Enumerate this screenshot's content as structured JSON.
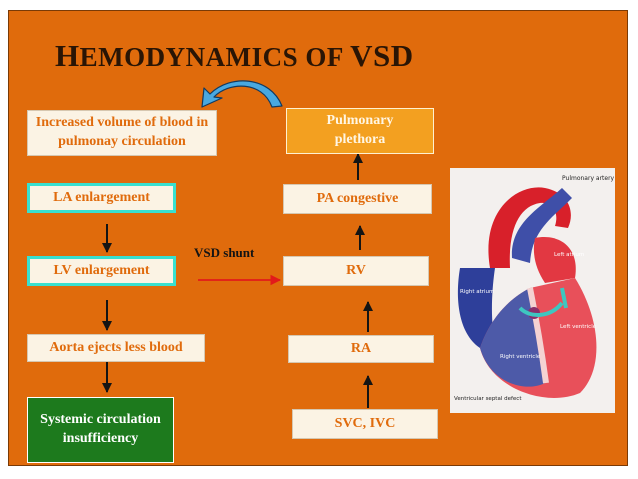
{
  "title": {
    "first_letter": "H",
    "rest": "EMODYNAMICS OF",
    "suffix": "VSD"
  },
  "left_chain": [
    "Increased volume of blood in pulmonay circulation",
    "LA enlargement",
    "LV enlargement",
    "Aorta ejects less blood",
    "Systemic circulation insufficiency"
  ],
  "right_chain": [
    "Pulmonary plethora",
    "PA congestive",
    "RV",
    "RA",
    "SVC, IVC"
  ],
  "shunt_label": "VSD shunt",
  "heart_labels": {
    "pulmonary_artery": "Pulmonary artery",
    "left_atrium": "Left atrium",
    "right_atrium": "Right atrium",
    "left_ventricle": "Left ventricle",
    "right_ventricle": "Right ventricle",
    "septal_defect": "Ventricular septal defect"
  },
  "colors": {
    "background": "#e06b0c",
    "box_fill": "#fbf3e4",
    "highlight_border": "#39e0cf",
    "plethora_box": "#f3a020",
    "systemic_box": "#1d7a1d",
    "shunt_arrow": "#e21a1a",
    "cycle_arrow": "#49a8e0"
  }
}
